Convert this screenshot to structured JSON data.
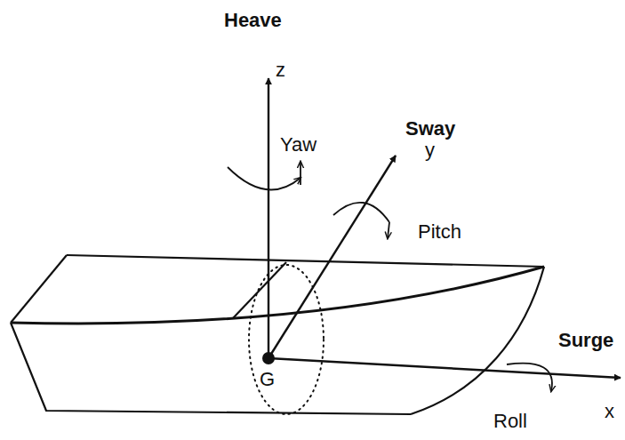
{
  "diagram": {
    "labels": [
      "Heave",
      "z",
      "Yaw",
      "Sway",
      "y",
      "Pitch",
      "Surge",
      "x",
      "Roll",
      "G"
    ]
  }
}
